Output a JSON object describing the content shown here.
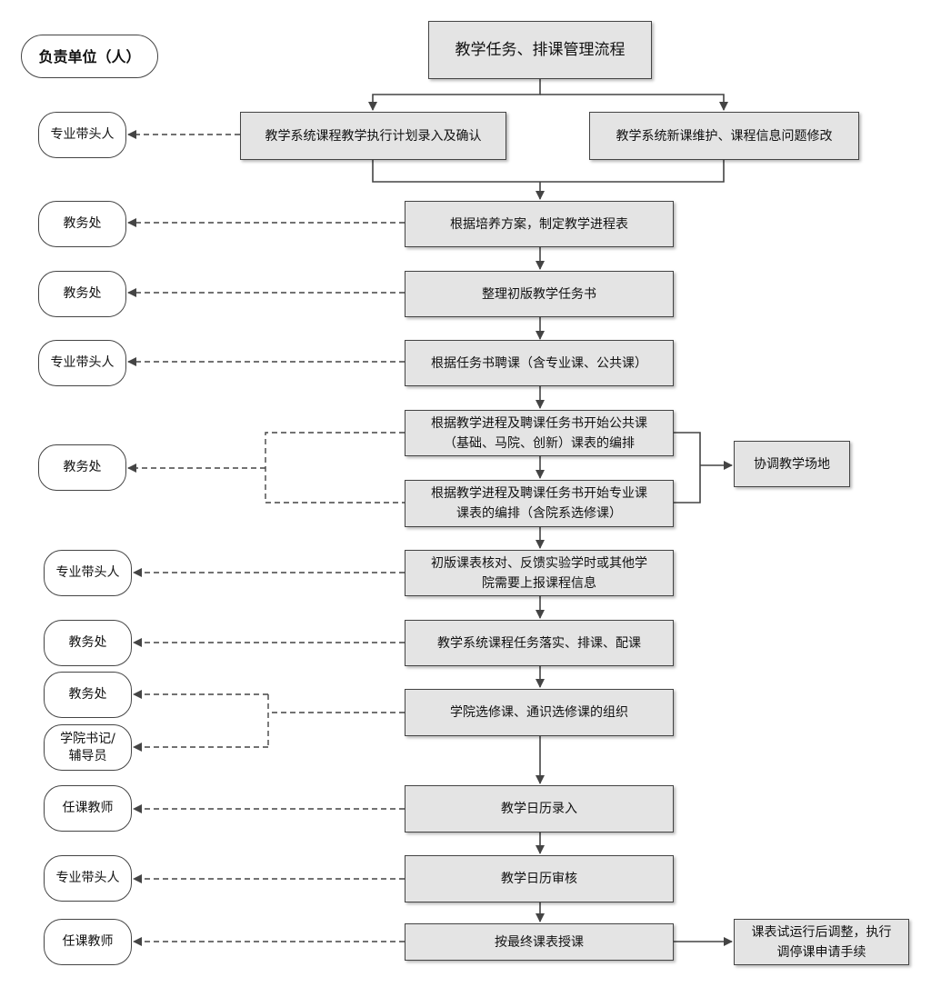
{
  "legend": "负责单位（人）",
  "steps": {
    "title": "教学任务、排课管理流程",
    "s1a": "教学系统课程教学执行计划录入及确认",
    "s1b": "教学系统新课维护、课程信息问题修改",
    "s2": "根据培养方案，制定教学进程表",
    "s3": "整理初版教学任务书",
    "s4": "根据任务书聘课（含专业课、公共课）",
    "s5_line1": "根据教学进程及聘课任务书开始公共课",
    "s5_line2": "（基础、马院、创新）课表的编排",
    "s6_line1": "根据教学进程及聘课任务书开始专业课",
    "s6_line2": "课表的编排（含院系选修课）",
    "s5s6_side": "协调教学场地",
    "s7_line1": "初版课表核对、反馈实验学时或其他学",
    "s7_line2": "院需要上报课程信息",
    "s8": "教学系统课程任务落实、排课、配课",
    "s9": "学院选修课、通识选修课的组织",
    "s10": "教学日历录入",
    "s11": "教学日历审核",
    "s12": "按最终课表授课",
    "s12_side_line1": "课表试运行后调整，执行",
    "s12_side_line2": "调停课申请手续"
  },
  "owners": {
    "o1": "专业带头人",
    "o2": "教务处",
    "o3": "教务处",
    "o4": "专业带头人",
    "o5": "教务处",
    "o7": "专业带头人",
    "o8": "教务处",
    "o9a": "教务处",
    "o9b_line1": "学院书记/",
    "o9b_line2": "辅导员",
    "o10": "任课教师",
    "o11": "专业带头人",
    "o12": "任课教师"
  },
  "colors": {
    "box_fill": "#e4e4e4",
    "border": "#444444",
    "background": "#ffffff"
  }
}
